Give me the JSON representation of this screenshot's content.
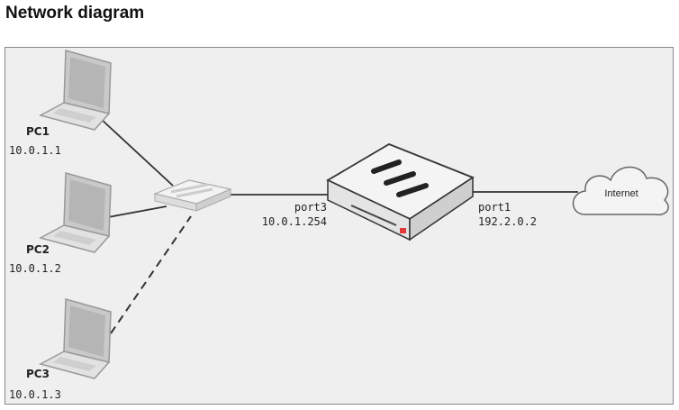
{
  "title": "Network diagram",
  "nodes": {
    "pc1": {
      "name": "PC1",
      "ip": "10.0.1.1"
    },
    "pc2": {
      "name": "PC2",
      "ip": "10.0.1.2"
    },
    "pc3": {
      "name": "PC3",
      "ip": "10.0.1.3"
    },
    "firewall": {
      "port3": {
        "name": "port3",
        "ip": "10.0.1.254"
      },
      "port1": {
        "name": "port1",
        "ip": "192.2.0.2"
      }
    },
    "internet": {
      "label": "Internet"
    }
  },
  "colors": {
    "background": "#efefef",
    "line": "#333333",
    "accent": "#e03a3a"
  }
}
